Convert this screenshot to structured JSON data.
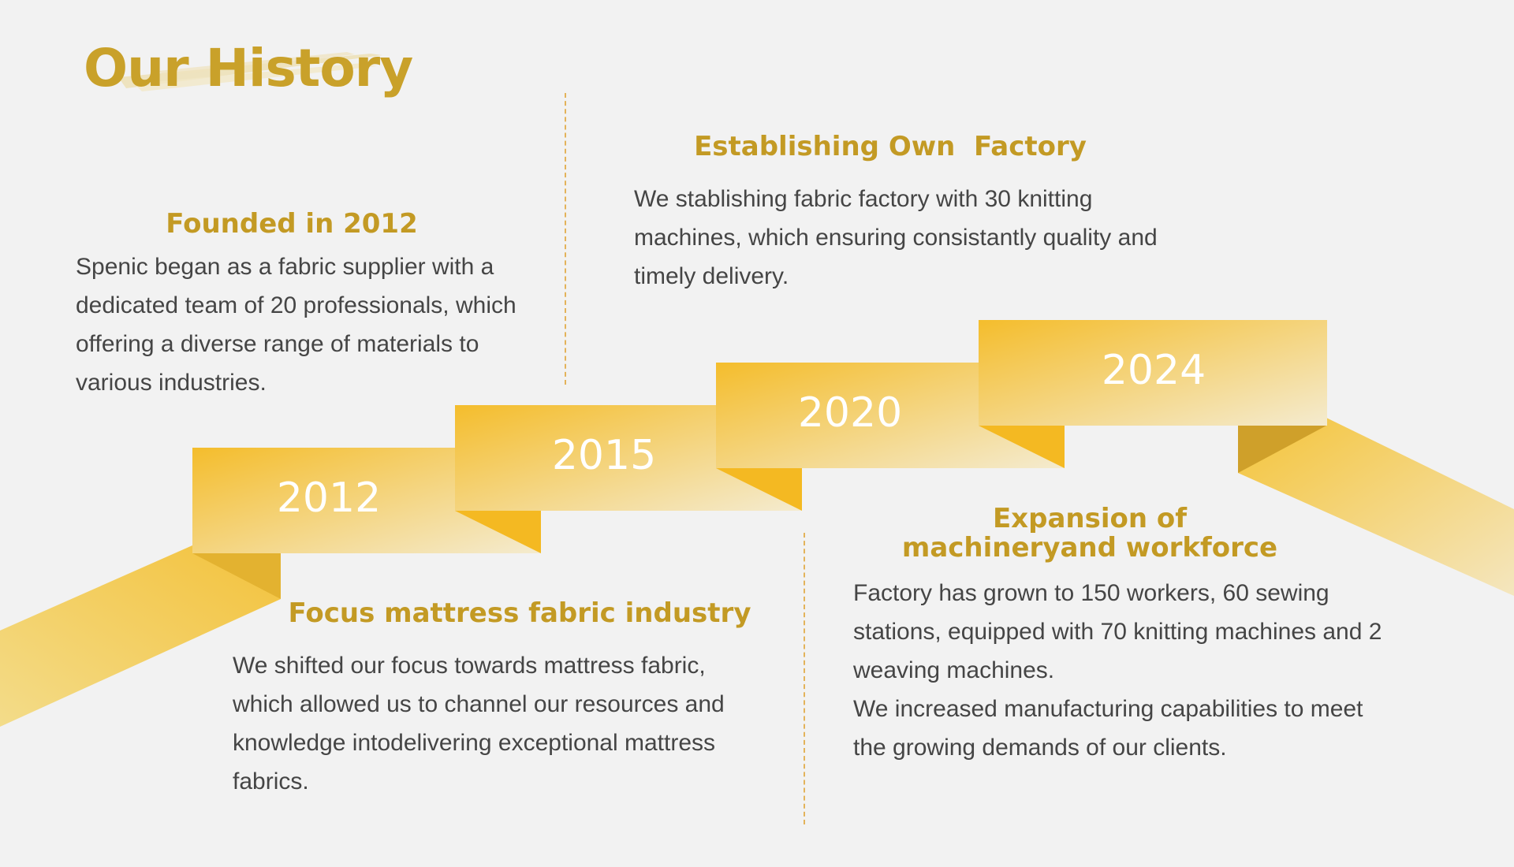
{
  "page": {
    "title": "Our History",
    "accent_color": "#c9a12a",
    "ribbon_color_dark": "#f4b927",
    "ribbon_color_light": "#f3e6c2",
    "background_color": "#f2f2f2"
  },
  "milestones": [
    {
      "year": "2012",
      "heading": "Founded in 2012",
      "description": "Spenic began as a fabric supplier with a dedicated team of 20 professionals, which offering a diverse range of materials to various industries."
    },
    {
      "year": "2015",
      "heading": "Focus mattress fabric industry",
      "description": "We shifted our focus towards mattress fabric, which allowed us to channel our resources and knowledge intodelivering exceptional mattress fabrics."
    },
    {
      "year": "2020",
      "heading": "Establishing Own  Factory",
      "description": "We stablishing fabric factory with 30 knitting machines, which ensuring consistantly quality and timely delivery."
    },
    {
      "year": "2024",
      "heading_lines": [
        "Expansion of",
        "machineryand workforce"
      ],
      "description_lines": [
        "Factory has grown to 150 workers, 60 sewing stations, equipped with 70 knitting machines and 2 weaving machines.",
        "We increased manufacturing capabilities to meet the growing demands of our clients."
      ]
    }
  ]
}
